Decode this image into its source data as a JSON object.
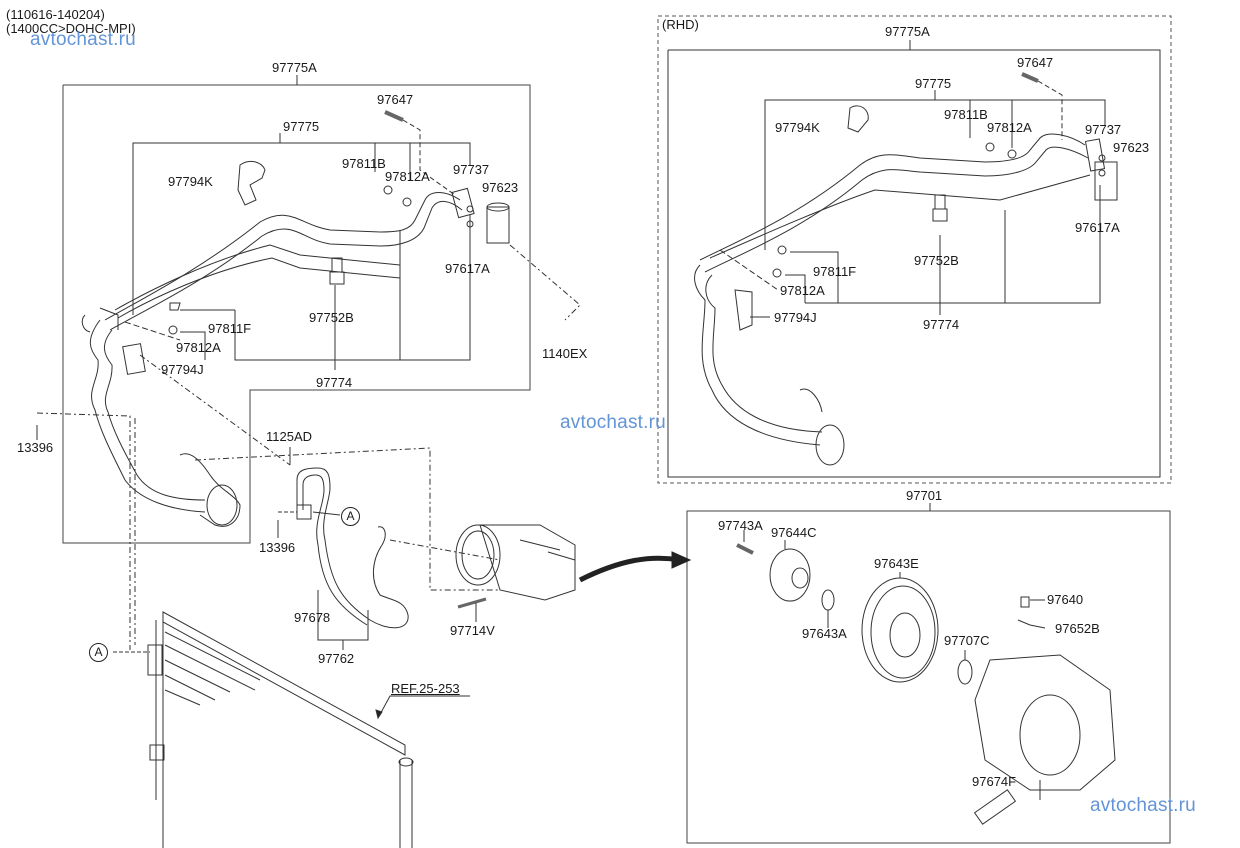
{
  "header": {
    "period": "(110616-140204)",
    "engine": "(1400CC>DOHC-MPI)"
  },
  "watermark": {
    "text": "avtochast.ru",
    "color": "#5b8fd4"
  },
  "lhd": {
    "assembly": "97775A",
    "suction_hose": "97775",
    "bolt": "97647",
    "cap_b": "97811B",
    "valve_core": "97812A",
    "o_ring": "97737",
    "clamp_k": "97794K",
    "expansion_valve": "97623",
    "o_ring_a": "97617A",
    "pressure_switch": "97752B",
    "cap_f": "97811F",
    "valve_core_2": "97812A",
    "bracket_j": "97794J",
    "liquid_tube": "97774",
    "bolt_ex": "1140EX",
    "nut_13396_a": "13396",
    "bolt_1125": "1125AD",
    "nut_13396_b": "13396",
    "o_ring_97678": "97678",
    "discharge_hose": "97762",
    "compressor_bolt": "97714V",
    "ref": "REF.25-253",
    "connector_a": "A",
    "connector_a2": "A"
  },
  "rhd": {
    "tag": "(RHD)",
    "assembly": "97775A",
    "bolt": "97647",
    "suction_hose": "97775",
    "cap_b": "97811B",
    "valve_core": "97812A",
    "clamp_k": "97794K",
    "o_ring": "97737",
    "expansion_valve": "97623",
    "o_ring_a": "97617A",
    "pressure_switch": "97752B",
    "cap_f": "97811F",
    "valve_core_2": "97812A",
    "bracket_j": "97794J",
    "liquid_tube": "97774"
  },
  "compressor": {
    "assembly": "97701",
    "bolt": "97743A",
    "hub": "97644C",
    "pulley": "97643E",
    "shim": "97643A",
    "screw": "97640",
    "bracket": "97652B",
    "seal": "97707C",
    "valve": "97674F"
  }
}
